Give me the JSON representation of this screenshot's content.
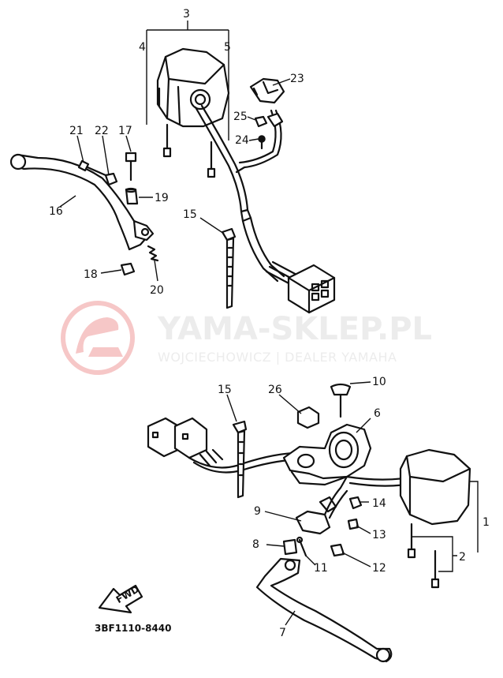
{
  "watermark": {
    "title": "YAMA-SKLEP.PL",
    "subtitle": "WOJCIECHOWICZ | DEALER YAMAHA"
  },
  "diagram_code": "3BF1110-8440",
  "direction_badge": "FWD",
  "callouts": {
    "c1": "1",
    "c2": "2",
    "c3": "3",
    "c4": "4",
    "c5": "5",
    "c6": "6",
    "c7": "7",
    "c8": "8",
    "c9": "9",
    "c10": "10",
    "c11": "11",
    "c12": "12",
    "c13": "13",
    "c14": "14",
    "c15_top": "15",
    "c15_bottom": "15",
    "c16": "16",
    "c17": "17",
    "c18": "18",
    "c19": "19",
    "c20": "20",
    "c21": "21",
    "c22": "22",
    "c23": "23",
    "c24": "24",
    "c25": "25",
    "c26": "26"
  },
  "colors": {
    "line": "#111111",
    "watermark_logo": "#f6c7c7",
    "watermark_text": "#ececec"
  }
}
